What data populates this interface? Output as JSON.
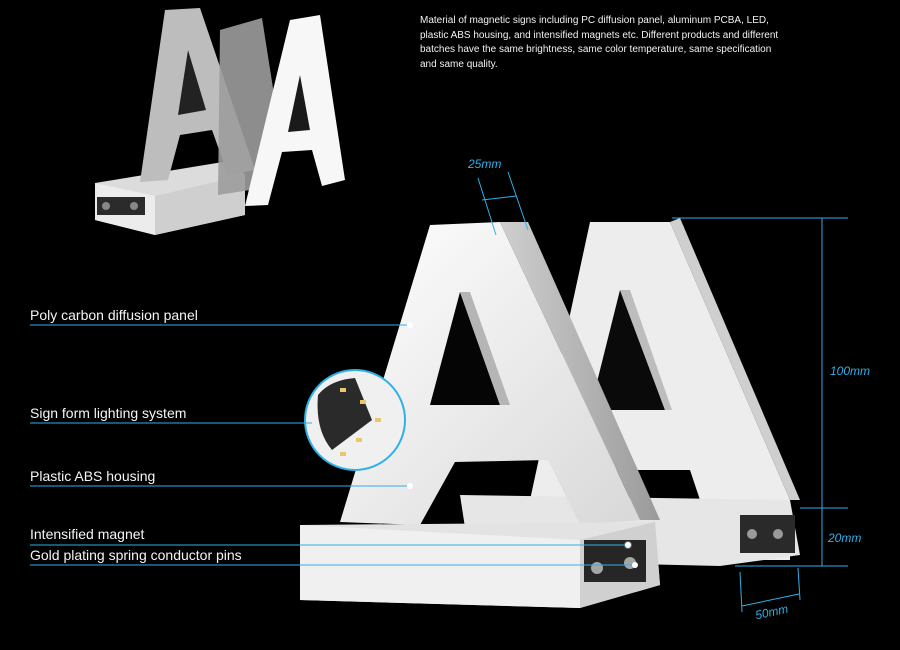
{
  "description": "Material of magnetic signs including PC diffusion panel, aluminum PCBA, LED, plastic ABS housing, and intensified magnets etc. Different products and different batches have the same brightness, same color temperature, same specification and same quality.",
  "callouts": [
    "Poly carbon diffusion panel",
    "Sign form lighting system",
    "Plastic ABS housing",
    "Intensified magnet",
    "Gold plating spring conductor pins"
  ],
  "dimensions": {
    "stroke_width": "25mm",
    "letter_height": "100mm",
    "base_height": "20mm",
    "base_depth": "50mm"
  },
  "colors": {
    "accent": "#2fb0e8",
    "background": "#000000",
    "sign_white": "#f4f4f4"
  }
}
